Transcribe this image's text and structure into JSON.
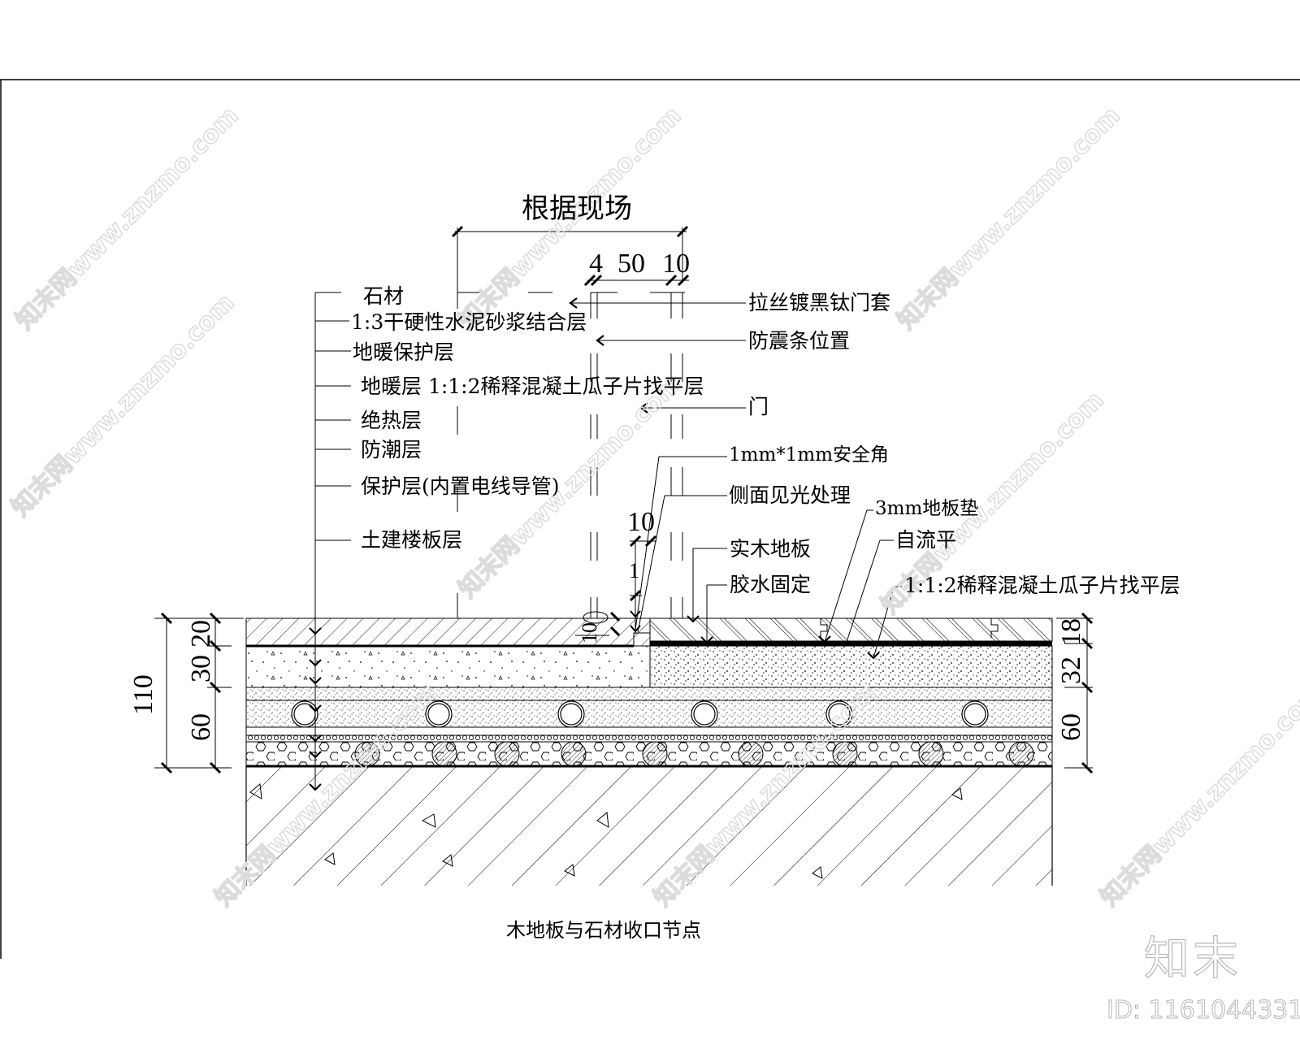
{
  "drawing": {
    "top_dimension_label": "根据现场",
    "top_sub_dimensions": [
      "4",
      "50",
      "10"
    ],
    "caption": "木地板与石材收口节点",
    "left_layer_labels": [
      "石材",
      "1:3干硬性水泥砂浆结合层",
      "地暖保护层",
      "地暖层  1:1:2稀释混凝土瓜子片找平层",
      "绝热层",
      "防潮层",
      "保护层(内置电线导管)",
      "土建楼板层"
    ],
    "right_callouts": [
      "拉丝镀黑钛门套",
      "防震条位置",
      "门",
      "1mm*1mm安全角",
      "侧面见光处理",
      "3mm地板垫",
      "自流平",
      "实木地板",
      "胶水固定",
      "1:1:2稀释混凝土瓜子片找平层"
    ],
    "left_dimensions": {
      "total": "110",
      "stone": "20",
      "mortar": "30",
      "heating": "60"
    },
    "right_dimensions": {
      "wood": "18",
      "leveling": "32",
      "heating": "60"
    },
    "small_dimensions": {
      "gap_top": "10",
      "gap_side": "1",
      "chamfer": "10"
    },
    "layer_colors": {
      "line": "#000000",
      "background": "#ffffff",
      "watermark": "#d0d0d0"
    }
  },
  "watermark": {
    "logo": "知末",
    "id_label": "ID: 1161044331",
    "diagonal_text": "知末网www.znzmo.com"
  }
}
